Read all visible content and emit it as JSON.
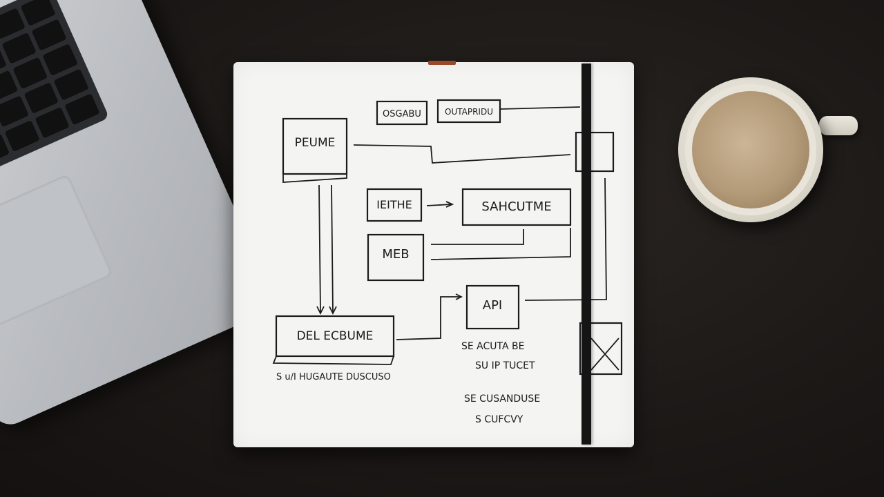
{
  "notebook_diagram": {
    "top_box_1": "OSGABU",
    "top_box_2": "OUTAPRIDU",
    "box_main": "PEUME",
    "box_left_mid": "IEITHE",
    "box_right_mid": "SAHCUTME",
    "box_web": "MEB",
    "box_api": "API",
    "box_bottom": "DEL ECBUME",
    "note_bottom_left": "S u/I HUGAUTE DUSCUSO",
    "note_right_1": "SE ACUTA BE",
    "note_right_2": "SU IP TUCET",
    "note_right_3": "SE CUSANDUSE",
    "note_right_4": "S CUFCVY"
  }
}
